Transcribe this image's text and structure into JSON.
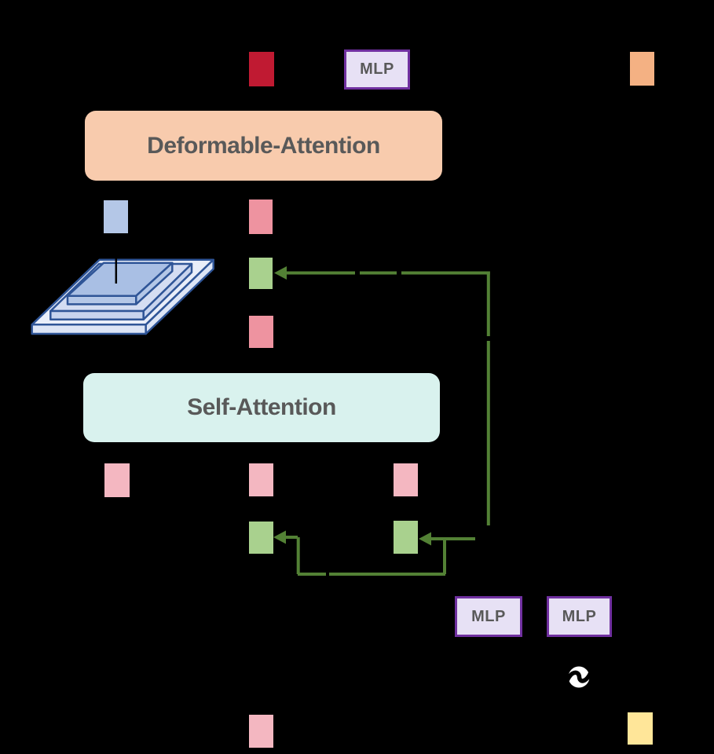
{
  "diagram": {
    "type": "neural-network-architecture",
    "blocks": {
      "deformable_attention_label": "Deformable-Attention",
      "self_attention_label": "Self-Attention",
      "mlp_top_label": "MLP",
      "mlp_bottom_left_label": "MLP",
      "mlp_bottom_right_label": "MLP"
    },
    "icons": {
      "feature_pyramid": "feature-pyramid-icon",
      "positional_encoding": "positional-encoding-sine-icon"
    },
    "colors": {
      "background": "#000000",
      "deformable_attention_fill": "#F8CBAD",
      "self_attention_fill": "#D9F2EE",
      "mlp_fill": "#E7E1F5",
      "mlp_border": "#7030A0",
      "block_label_text": "#595959",
      "token_red": "#C01A32",
      "token_orange": "#F4B183",
      "token_blue": "#B4C7E7",
      "token_salmon": "#EE93A0",
      "token_green": "#A9D18E",
      "token_pink": "#F4B7C1",
      "token_yellow": "#FFE699",
      "connector_green": "#538135",
      "pyramid_border": "#2F5597",
      "pyramid_top_slab_fill": "#A9BFE4",
      "pyramid_mid_slab_fill": "#D4DDF2",
      "pyramid_bottom_slab_fill": "#E9EEF9"
    }
  }
}
